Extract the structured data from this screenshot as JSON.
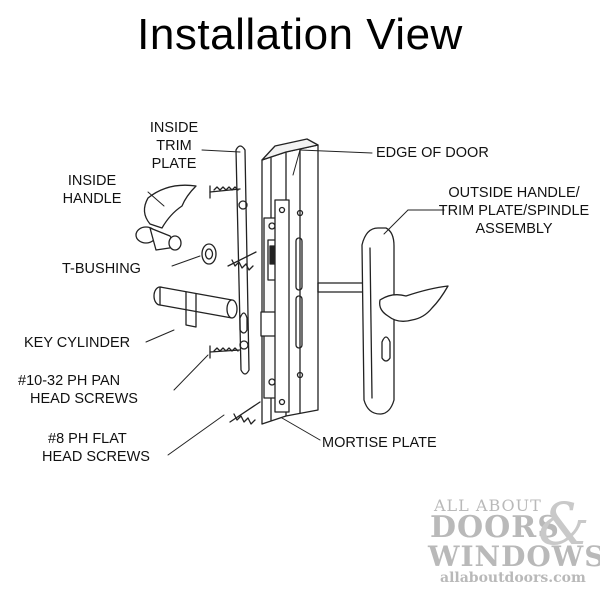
{
  "title": "Installation View",
  "labels": {
    "inside_trim_plate": [
      "INSIDE",
      "TRIM",
      "PLATE"
    ],
    "inside_handle": [
      "INSIDE",
      "HANDLE"
    ],
    "t_bushing": "T-BUSHING",
    "key_cylinder": "KEY CYLINDER",
    "pan_head_screws": [
      "#10-32  PH PAN",
      "HEAD SCREWS"
    ],
    "flat_head_screws": [
      "#8  PH FLAT",
      "HEAD SCREWS"
    ],
    "edge_of_door": "EDGE OF DOOR",
    "outside_assembly": [
      "OUTSIDE HANDLE/",
      "TRIM PLATE/SPINDLE",
      "ASSEMBLY"
    ],
    "mortise_plate": "MORTISE PLATE"
  },
  "watermark": {
    "line1": "ALL ABOUT",
    "line2": "DOORS",
    "ampersand": "&",
    "line3": "WINDOWS",
    "url": "allaboutdoors.com"
  }
}
